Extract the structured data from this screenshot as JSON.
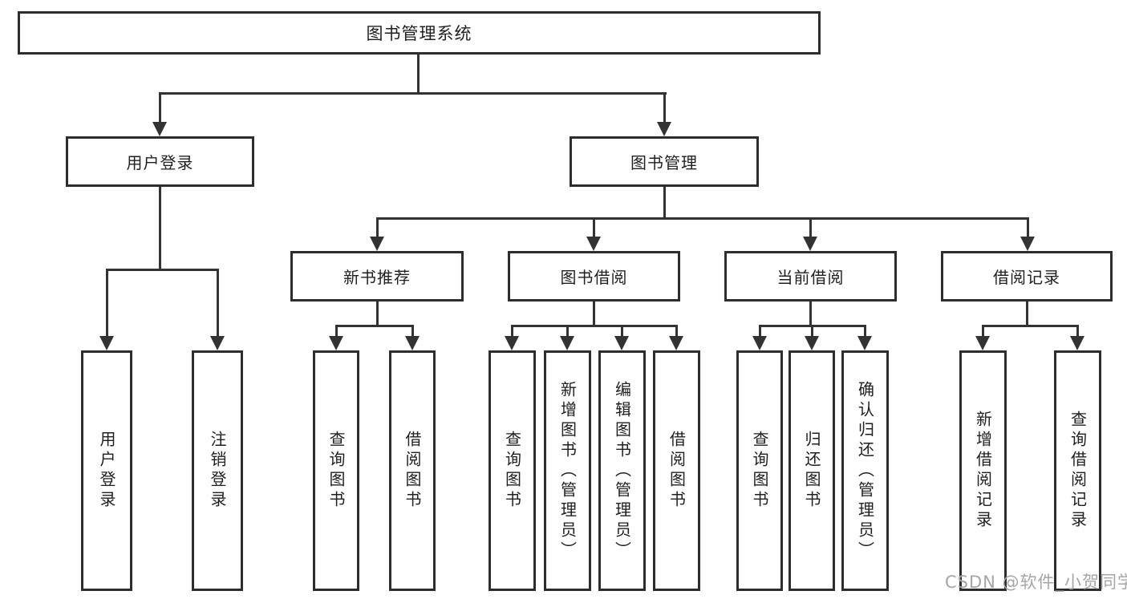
{
  "diagram": {
    "root": {
      "label": "图书管理系统"
    },
    "branches": {
      "user_login": {
        "label": "用户登录",
        "children": {
          "login": {
            "label": "用户登录"
          },
          "logout": {
            "label": "注销登录"
          }
        }
      },
      "book_mgmt": {
        "label": "图书管理",
        "children": {
          "new_books": {
            "label": "新书推荐",
            "children": {
              "query": {
                "label": "查询图书"
              },
              "borrow": {
                "label": "借阅图书"
              }
            }
          },
          "book_borrow": {
            "label": "图书借阅",
            "children": {
              "query": {
                "label": "查询图书"
              },
              "add": {
                "label": "新增图书（管理员）"
              },
              "edit": {
                "label": "编辑图书（管理员）"
              },
              "borrow": {
                "label": "借阅图书"
              }
            }
          },
          "current_borrow": {
            "label": "当前借阅",
            "children": {
              "query": {
                "label": "查询图书"
              },
              "return": {
                "label": "归还图书"
              },
              "confirm": {
                "label": "确认归还（管理员）"
              }
            }
          },
          "borrow_records": {
            "label": "借阅记录",
            "children": {
              "add": {
                "label": "新增借阅记录"
              },
              "query": {
                "label": "查询借阅记录"
              }
            }
          }
        }
      }
    },
    "watermark": "CSDN @软件_小贺同学"
  },
  "colors": {
    "line": "#333333",
    "box_border": "#2d2d2d",
    "text": "#1f1f1f",
    "watermark": "#a6a6a6"
  }
}
